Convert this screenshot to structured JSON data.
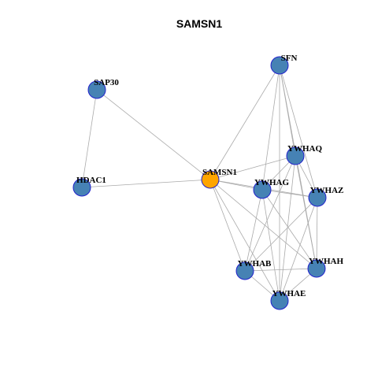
{
  "title": "SAMSN1",
  "colors": {
    "node_default": "#4682b4",
    "node_focus": "#ffa500",
    "node_border": "#2222cc",
    "edge": "#aaaaaa"
  },
  "nodes": [
    {
      "id": "SAMSN1",
      "label": "SAMSN1",
      "focus": true
    },
    {
      "id": "SFN",
      "label": "SFN",
      "focus": false
    },
    {
      "id": "SAP30",
      "label": "SAP30",
      "focus": false
    },
    {
      "id": "HDAC1",
      "label": "HDAC1",
      "focus": false
    },
    {
      "id": "YWHAQ",
      "label": "YWHAQ",
      "focus": false
    },
    {
      "id": "YWHAG",
      "label": "YWHAG",
      "focus": false
    },
    {
      "id": "YWHAZ",
      "label": "YWHAZ",
      "focus": false
    },
    {
      "id": "YWHAB",
      "label": "YWHAB",
      "focus": false
    },
    {
      "id": "YWHAH",
      "label": "YWHAH",
      "focus": false
    },
    {
      "id": "YWHAE",
      "label": "YWHAE",
      "focus": false
    }
  ],
  "edges": [
    [
      "SAP30",
      "SAMSN1"
    ],
    [
      "SAP30",
      "HDAC1"
    ],
    [
      "HDAC1",
      "SAMSN1"
    ],
    [
      "SAMSN1",
      "SFN"
    ],
    [
      "SAMSN1",
      "YWHAQ"
    ],
    [
      "SAMSN1",
      "YWHAG"
    ],
    [
      "SAMSN1",
      "YWHAZ"
    ],
    [
      "SAMSN1",
      "YWHAB"
    ],
    [
      "SAMSN1",
      "YWHAH"
    ],
    [
      "SAMSN1",
      "YWHAE"
    ],
    [
      "SFN",
      "YWHAQ"
    ],
    [
      "SFN",
      "YWHAG"
    ],
    [
      "SFN",
      "YWHAZ"
    ],
    [
      "SFN",
      "YWHAH"
    ],
    [
      "SFN",
      "YWHAE"
    ],
    [
      "YWHAQ",
      "YWHAG"
    ],
    [
      "YWHAQ",
      "YWHAZ"
    ],
    [
      "YWHAQ",
      "YWHAB"
    ],
    [
      "YWHAQ",
      "YWHAH"
    ],
    [
      "YWHAQ",
      "YWHAE"
    ],
    [
      "YWHAG",
      "YWHAZ"
    ],
    [
      "YWHAG",
      "YWHAB"
    ],
    [
      "YWHAG",
      "YWHAH"
    ],
    [
      "YWHAG",
      "YWHAE"
    ],
    [
      "YWHAZ",
      "YWHAB"
    ],
    [
      "YWHAZ",
      "YWHAH"
    ],
    [
      "YWHAZ",
      "YWHAE"
    ],
    [
      "YWHAB",
      "YWHAH"
    ],
    [
      "YWHAB",
      "YWHAE"
    ],
    [
      "YWHAH",
      "YWHAE"
    ]
  ]
}
